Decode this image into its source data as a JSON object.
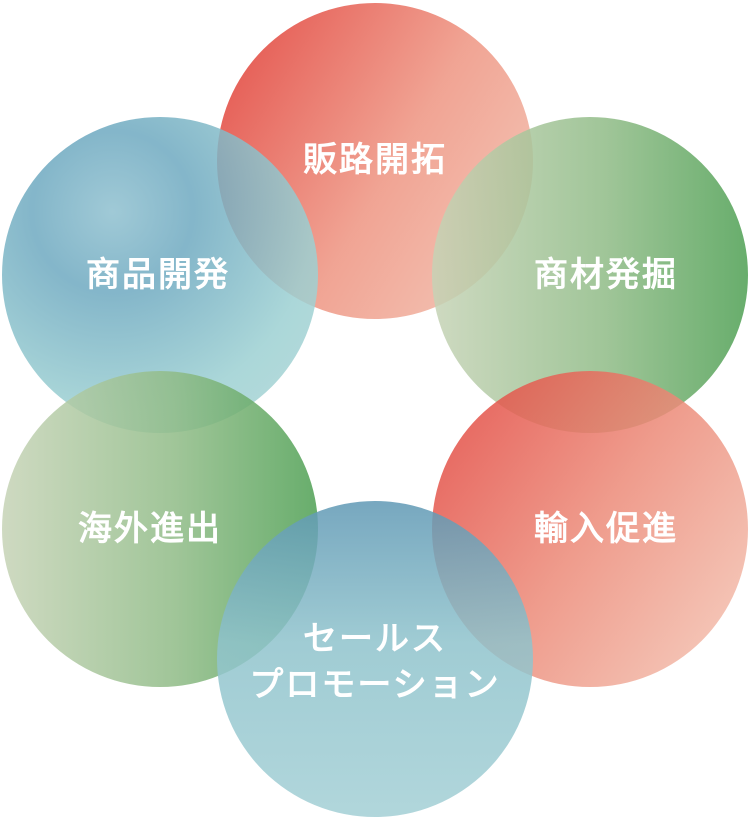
{
  "diagram": {
    "circles": [
      {
        "id": "top",
        "lines": [
          "販路開拓"
        ],
        "color": "red"
      },
      {
        "id": "upper-right",
        "lines": [
          "商材発掘"
        ],
        "color": "green"
      },
      {
        "id": "lower-right",
        "lines": [
          "輸入促進"
        ],
        "color": "red"
      },
      {
        "id": "bottom",
        "lines": [
          "セールス",
          "プロモーション"
        ],
        "color": "blue"
      },
      {
        "id": "lower-left",
        "lines": [
          "海外進出"
        ],
        "color": "green"
      },
      {
        "id": "upper-left",
        "lines": [
          "商品開発"
        ],
        "color": "blue"
      }
    ],
    "palette": {
      "red_dark": "#e2473f",
      "red_light": "#f1b8a6",
      "green_dark": "#4fa054",
      "green_light": "#c4d1b3",
      "blue_dark": "#5f98b4",
      "blue_light": "#a8d4d4"
    }
  }
}
